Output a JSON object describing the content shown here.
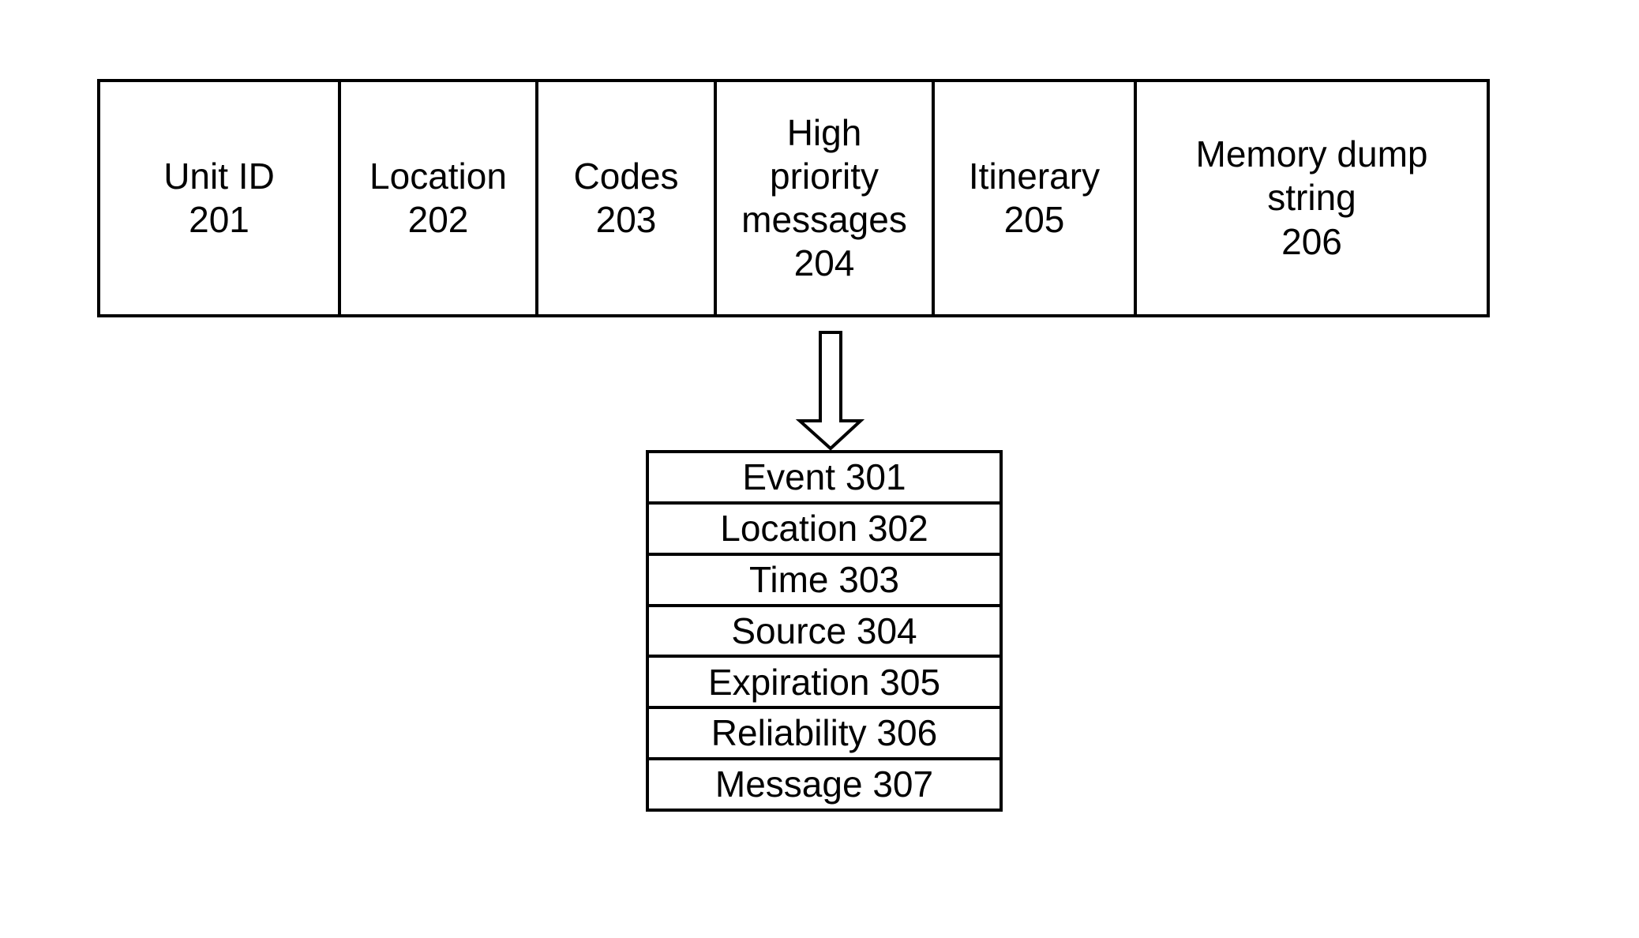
{
  "colors": {
    "ink": "#000000",
    "background": "#ffffff"
  },
  "icons": {
    "arrow": "down-arrow"
  },
  "top_table": {
    "cells": [
      {
        "lines": [
          "Unit ID",
          "201"
        ]
      },
      {
        "lines": [
          "Location",
          "202"
        ]
      },
      {
        "lines": [
          "Codes",
          "203"
        ]
      },
      {
        "lines": [
          "High",
          "priority",
          "messages",
          "204"
        ]
      },
      {
        "lines": [
          "Itinerary",
          "205"
        ]
      },
      {
        "lines": [
          "Memory dump",
          "string",
          "206"
        ]
      }
    ]
  },
  "message_table": {
    "rows": [
      {
        "text": "Event 301"
      },
      {
        "text": "Location 302"
      },
      {
        "text": "Time 303"
      },
      {
        "text": "Source 304"
      },
      {
        "text": "Expiration 305"
      },
      {
        "text": "Reliability 306"
      },
      {
        "text": "Message 307"
      }
    ]
  }
}
